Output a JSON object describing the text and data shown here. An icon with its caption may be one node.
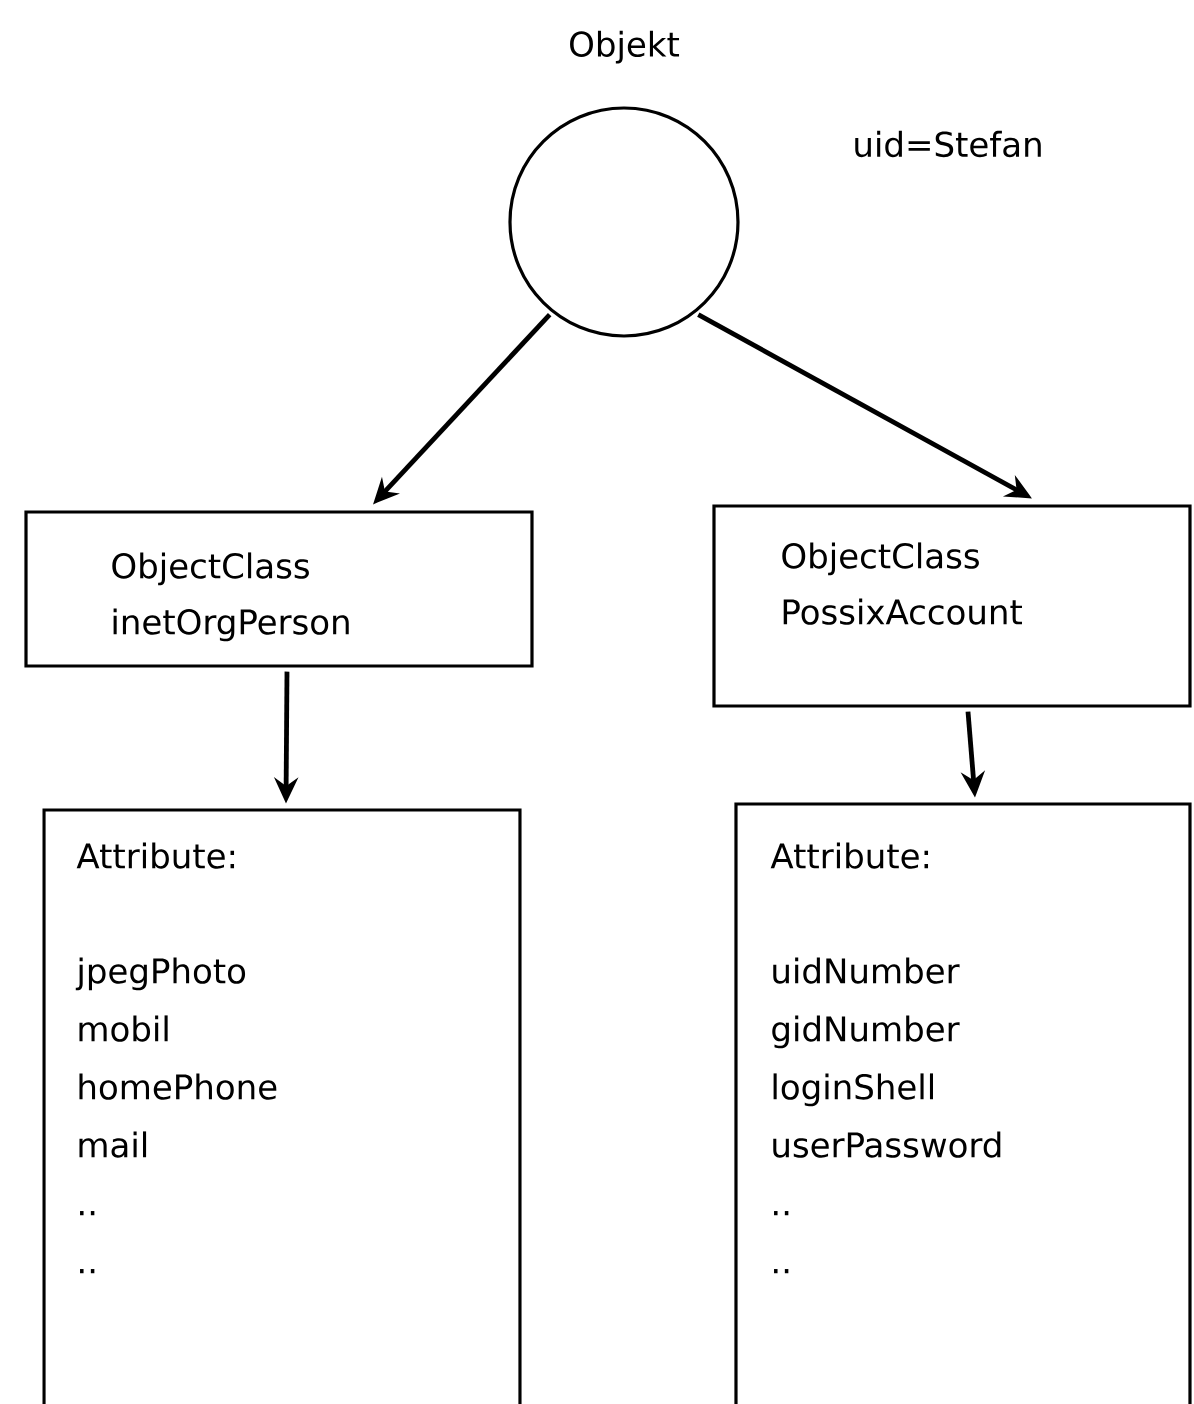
{
  "diagram": {
    "nodes": [
      {
        "text": [
          "Objekt"
        ],
        "beside": [
          "uid=Stefan"
        ]
      },
      {
        "text": [
          "ObjectClass inetOrgPerson"
        ]
      },
      {
        "text": [
          "ObjectClass PossixAccount"
        ]
      },
      {
        "text": [
          "Attribute:",
          "jpegPhoto",
          "mobil",
          "homePhone",
          "mail",
          "..",
          ".."
        ]
      },
      {
        "text": [
          "Attribute:",
          "uidNumber",
          "gidNumber",
          "loginShell",
          "userPassword",
          "..",
          ".."
        ]
      }
    ],
    "edges": [
      {
        "from": 0,
        "to": 1,
        "arrow": "to"
      },
      {
        "from": 0,
        "to": 2,
        "arrow": "to"
      },
      {
        "from": 1,
        "to": 3,
        "arrow": "to"
      },
      {
        "from": 2,
        "to": 4,
        "arrow": "to"
      }
    ]
  }
}
